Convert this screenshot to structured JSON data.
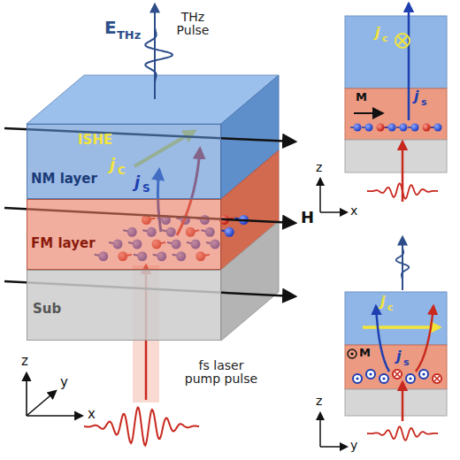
{
  "diagram": {
    "nodes": [
      {
        "text": [
          "NM layer"
        ]
      },
      {
        "text": [
          "FM layer"
        ]
      },
      {
        "text": [
          "Sub"
        ]
      }
    ],
    "labels": [
      "E",
      "THz",
      "THz Pulse",
      "ISHE",
      "j",
      "C",
      "j",
      "S",
      "H",
      "fs laser pump pulse",
      "z",
      "y",
      "x",
      "j",
      "c",
      "M",
      "j",
      "s",
      "z",
      "x",
      "j",
      "c",
      "M",
      "j",
      "s",
      "z",
      "y"
    ]
  }
}
